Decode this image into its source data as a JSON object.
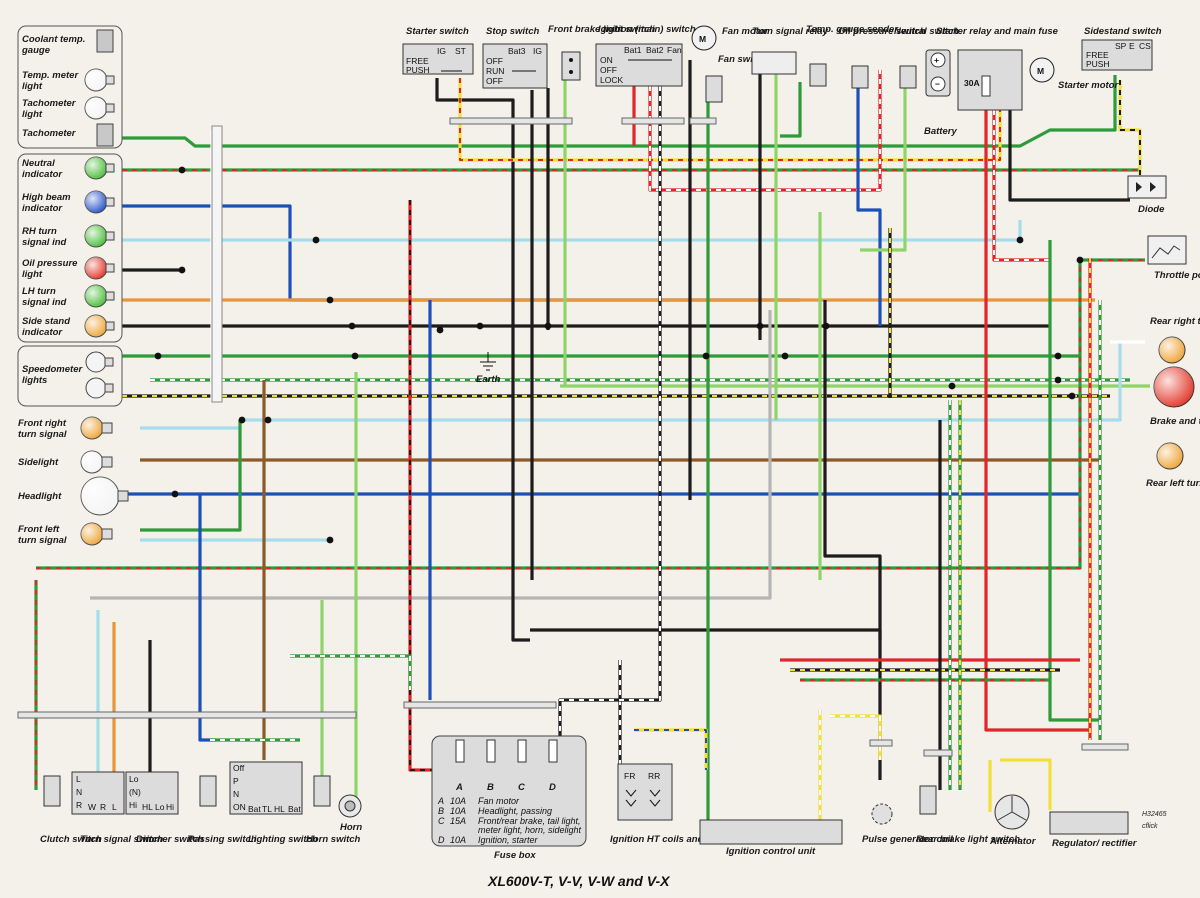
{
  "title": "XL600V-T, V-V,  V-W and V-X",
  "ref_code": "H32465",
  "signature": "cflick",
  "wire_colors": {
    "black": "#1c1c1c",
    "red": "#e0262b",
    "green": "#2e9a3a",
    "lightgreen": "#8ed46a",
    "blue": "#1d4fb8",
    "lightblue": "#a6dcec",
    "orange": "#e8963b",
    "brown": "#8a5a2b",
    "yellow": "#f1e03a",
    "white": "#ffffff",
    "grey": "#b5b5b5"
  },
  "instrument_panel": [
    {
      "label": "Coolant temp. gauge",
      "icon": "gauge-block-icon"
    },
    {
      "label": "Temp. meter light",
      "icon": "bulb-icon",
      "color": "#f4f4f4"
    },
    {
      "label": "Tachometer light",
      "icon": "bulb-icon",
      "color": "#f4f4f4"
    },
    {
      "label": "Tachometer",
      "icon": "gauge-block-icon"
    },
    {
      "label": "Neutral indicator",
      "icon": "bulb-icon",
      "color": "#4bbf3a"
    },
    {
      "label": "High beam indicator",
      "icon": "bulb-icon",
      "color": "#2a57c9"
    },
    {
      "label": "RH turn signal ind",
      "icon": "bulb-icon",
      "color": "#4bbf3a"
    },
    {
      "label": "Oil pressure light",
      "icon": "bulb-icon",
      "color": "#e33a2c"
    },
    {
      "label": "LH turn signal ind",
      "icon": "bulb-icon",
      "color": "#4bbf3a"
    },
    {
      "label": "Side stand indicator",
      "icon": "bulb-icon",
      "color": "#efa53a"
    },
    {
      "label": "Speedometer lights",
      "icon": "bulb-pair-icon",
      "color": "#f4f4f4"
    }
  ],
  "front_lights": [
    {
      "label": "Front right turn signal",
      "color": "#efa53a"
    },
    {
      "label": "Sidelight",
      "color": "#f4f4f4"
    },
    {
      "label": "Headlight",
      "color": "#f4f4f4"
    },
    {
      "label": "Front left turn signal",
      "color": "#efa53a"
    }
  ],
  "top_components": [
    {
      "label": "Starter switch"
    },
    {
      "label": "Stop switch"
    },
    {
      "label": "Front brake light switch"
    },
    {
      "label": "Ignition (main) switch"
    },
    {
      "label": "Fan motor"
    },
    {
      "label": "Fan switch"
    },
    {
      "label": "Turn signal relay"
    },
    {
      "label": "Temp. gauge sender"
    },
    {
      "label": "Oil pressure switch"
    },
    {
      "label": "Neutral switch"
    },
    {
      "label": "Starter relay and main fuse"
    },
    {
      "label": "Battery"
    },
    {
      "label": "Starter motor"
    },
    {
      "label": "Sidestand switch"
    }
  ],
  "switch_tables": {
    "starter": {
      "headers": [
        "IG",
        "ST"
      ],
      "rows": [
        "FREE",
        "PUSH"
      ]
    },
    "stop": {
      "headers": [
        "Bat3",
        "IG"
      ],
      "rows": [
        "OFF",
        "RUN",
        "OFF"
      ]
    },
    "ignition": {
      "headers": [
        "Bat1",
        "Bat2",
        "Fan"
      ],
      "rows": [
        "ON",
        "OFF",
        "LOCK"
      ]
    },
    "sidestand": {
      "headers": [
        "SP",
        "E",
        "CS"
      ],
      "rows": [
        "FREE",
        "PUSH"
      ]
    },
    "turn": {
      "headers": [
        "W",
        "R",
        "L"
      ],
      "rows": [
        "L",
        "N",
        "R"
      ]
    },
    "dimmer": {
      "headers": [
        "HL",
        "Lo",
        "Hi"
      ],
      "rows": [
        "Lo",
        "(N)",
        "Hi"
      ]
    },
    "lighting": {
      "headers": [
        "Bat",
        "TL",
        "HL",
        "Bat"
      ],
      "rows": [
        "Off",
        "P",
        "N",
        "ON"
      ]
    }
  },
  "right_components": [
    {
      "label": "Diode"
    },
    {
      "label": "Throttle position sensor"
    },
    {
      "label": "Rear right turn signal"
    },
    {
      "label": "Brake and tail light"
    },
    {
      "label": "Rear left turn signal"
    }
  ],
  "main_fuse_rating": "30A",
  "fan_motor_symbol": "M",
  "starter_motor_symbol": "M",
  "earth_label": "Earth",
  "fuse_box": {
    "label": "Fuse box",
    "slots": [
      "A",
      "B",
      "C",
      "D"
    ],
    "entries": [
      {
        "code": "A",
        "amps": "10A",
        "desc": "Fan motor"
      },
      {
        "code": "B",
        "amps": "10A",
        "desc": "Headlight, passing"
      },
      {
        "code": "C",
        "amps": "15A",
        "desc": "Front/rear brake, tail light, meter light, horn, sidelight"
      },
      {
        "code": "D",
        "amps": "10A",
        "desc": "Ignition, starter"
      }
    ]
  },
  "bottom_components": [
    {
      "label": "Clutch switch"
    },
    {
      "label": "Turn signal switch"
    },
    {
      "label": "Dimmer switch"
    },
    {
      "label": "Passing switch"
    },
    {
      "label": "Lighting switch"
    },
    {
      "label": "Horn switch"
    },
    {
      "label": "Horn"
    },
    {
      "label": "Ignition HT coils and spark plugs"
    },
    {
      "label": "Ignition control unit"
    },
    {
      "label": "Pulse generator coil"
    },
    {
      "label": "Rear brake light switch"
    },
    {
      "label": "Alternator"
    },
    {
      "label": "Regulator/ rectifier"
    }
  ],
  "coil_labels": [
    "FR",
    "RR"
  ]
}
